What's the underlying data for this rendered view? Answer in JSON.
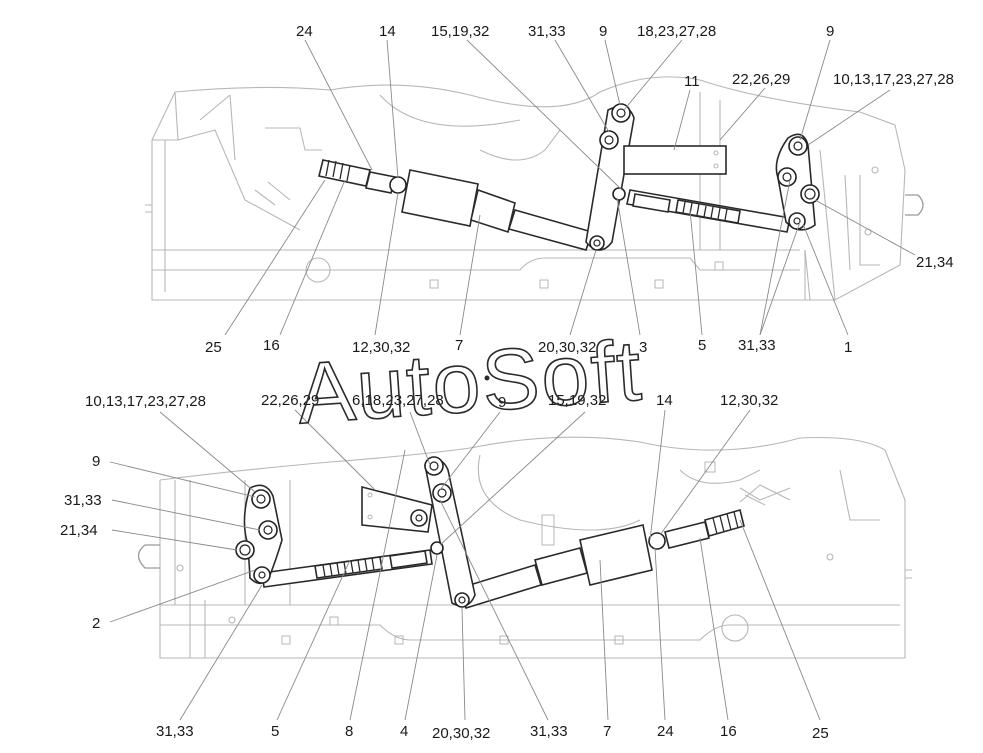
{
  "watermark": "AutoSoft",
  "labels": {
    "top": {
      "l24": "24",
      "l14": "14",
      "l15_19_32": "15,19,32",
      "l31_33_a": "31,33",
      "l9_a": "9",
      "l18_23_27_28": "18,23,27,28",
      "l9_b": "9",
      "l11": "11",
      "l22_26_29": "22,26,29",
      "l10_13_17": "10,13,17,23,27,28",
      "l21_34": "21,34",
      "l25": "25",
      "l16": "16",
      "l12_30_32": "12,30,32",
      "l7": "7",
      "l20_30_32": "20,30,32",
      "l3": "3",
      "l5": "5",
      "l31_33_b": "31,33",
      "l1": "1"
    },
    "bottom": {
      "l10_13_17": "10,13,17,23,27,28",
      "l22_26_29": "22,26,29",
      "l6_18": "6,18,23,27,28",
      "l9_a": "9",
      "l15_19_32": "15,19,32",
      "l14": "14",
      "l12_30_32": "12,30,32",
      "l9_b": "9",
      "l31_33": "31,33",
      "l21_34": "21,34",
      "l2": "2",
      "b31_33_a": "31,33",
      "b5": "5",
      "b8": "8",
      "b4": "4",
      "b20_30_32": "20,30,32",
      "b31_33_b": "31,33",
      "b7": "7",
      "b24": "24",
      "b16": "16",
      "b25": "25"
    }
  }
}
